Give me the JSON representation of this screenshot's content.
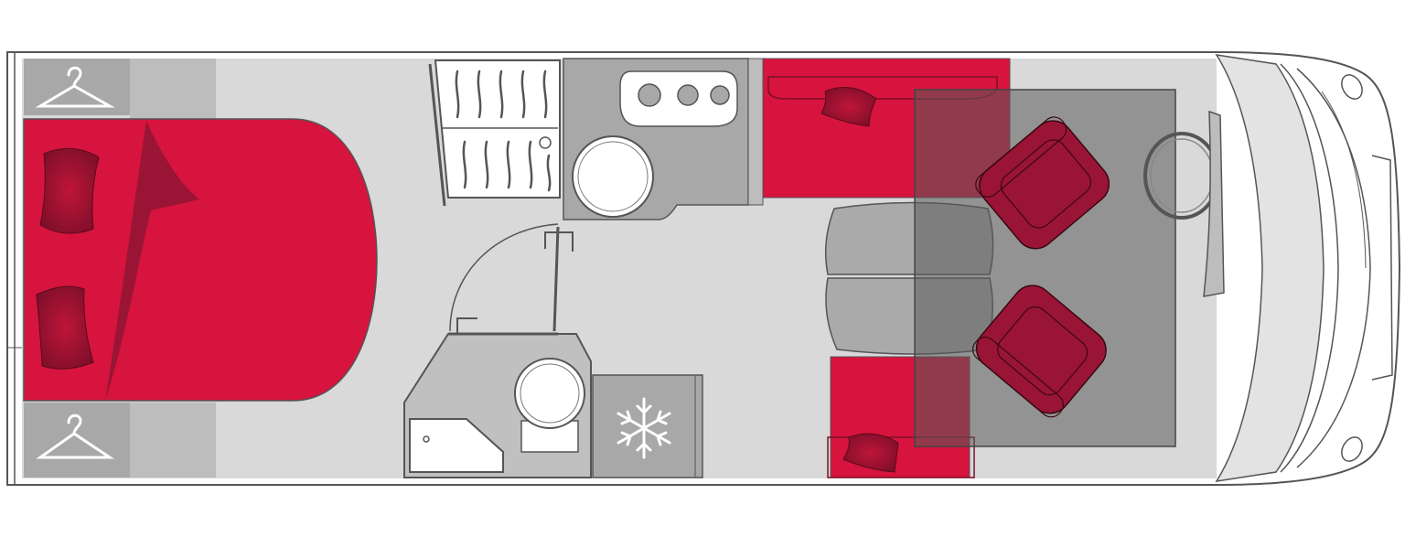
{
  "floorplan": {
    "colors": {
      "background": "#ffffff",
      "floor": "#d9d9d9",
      "outline": "#555555",
      "red": "#d6143d",
      "dark_red": "#9a1535",
      "cabinet": "#a8a8a8",
      "cabinet_light": "#c0c0c0",
      "overlay": "#5a5a5a",
      "white": "#ffffff"
    },
    "rooms": [
      "bedroom",
      "kitchen",
      "bathroom",
      "lounge",
      "cab"
    ],
    "icons": [
      "hanger-icon",
      "hanger-icon",
      "snowflake-icon",
      "pillow-icon",
      "armchair-icon",
      "steering-wheel-icon",
      "sink-icon",
      "stove-burner-icon",
      "toilet-icon",
      "shower-tray-icon"
    ]
  }
}
